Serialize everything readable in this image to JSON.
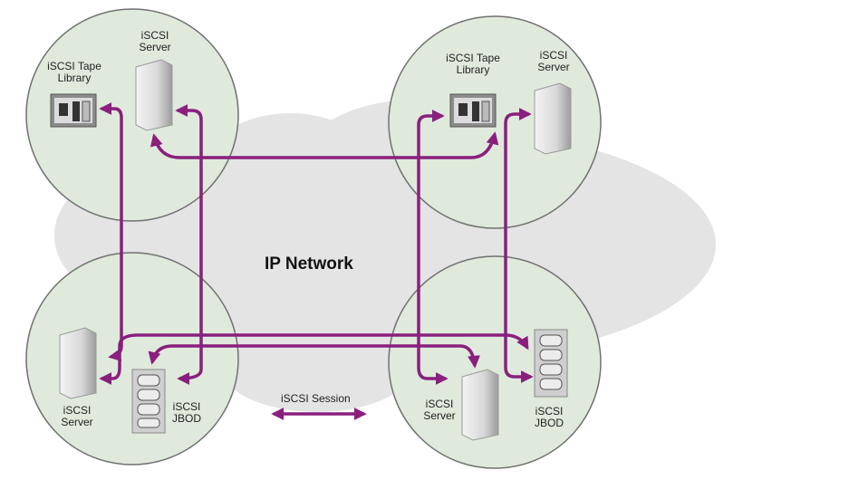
{
  "diagram": {
    "cloud_label": "IP Network",
    "legend_label": "iSCSI Session",
    "colors": {
      "cloud": "#e4e4e4",
      "circle_fill": "#dfeadc",
      "circle_stroke": "#707070",
      "session": "#8a1f7e"
    },
    "labels": {
      "tl_tape": "iSCSI Tape\nLibrary",
      "tl_server": "iSCSI\nServer",
      "tr_tape": "iSCSI Tape\nLibrary",
      "tr_server": "iSCSI\nServer",
      "bl_server": "iSCSI\nServer",
      "bl_jbod": "iSCSI\nJBOD",
      "br_server": "iSCSI\nServer",
      "br_jbod": "iSCSI\nJBOD"
    },
    "icons": [
      "tape-library-icon",
      "server-icon",
      "jbod-icon"
    ]
  }
}
